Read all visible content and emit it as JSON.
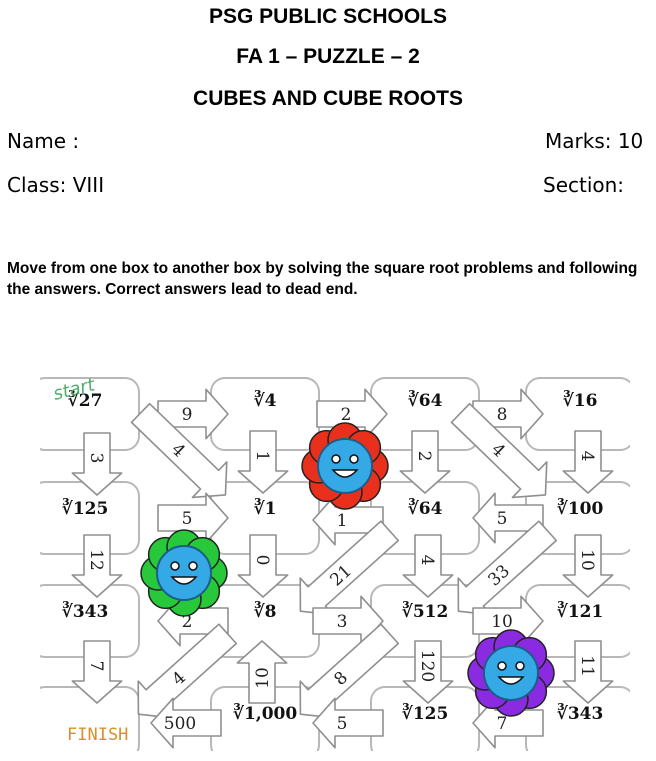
{
  "header": {
    "school": "PSG PUBLIC SCHOOLS",
    "test": "FA 1 – PUZZLE – 2",
    "topic": "CUBES AND CUBE ROOTS"
  },
  "fields": {
    "name": "Name :",
    "marks": "Marks: 10",
    "class": "Class: VIII",
    "section": "Section:"
  },
  "instructions": "Move from one box to another box by solving the square root problems and following the answers. Correct answers lead to dead end.",
  "maze": {
    "start_label": "start",
    "finish_label": "FINISH",
    "rows": [
      [
        "∛27",
        "∛4",
        "∛64",
        "∛16"
      ],
      [
        "∛125",
        "∛1",
        "∛64",
        "∛100"
      ],
      [
        "∛343",
        "∛8",
        "∛512",
        "∛121"
      ],
      [
        "",
        "∛1,000",
        "∛125",
        "∛343"
      ]
    ],
    "arrows": [
      {
        "label": "9"
      },
      {
        "label": "2"
      },
      {
        "label": "8"
      },
      {
        "label": "3"
      },
      {
        "label": "4"
      },
      {
        "label": "1"
      },
      {
        "label": "2"
      },
      {
        "label": "4"
      },
      {
        "label": "4"
      },
      {
        "label": "5"
      },
      {
        "label": "1"
      },
      {
        "label": "5"
      },
      {
        "label": "12"
      },
      {
        "label": "0"
      },
      {
        "label": "21"
      },
      {
        "label": "4"
      },
      {
        "label": "33"
      },
      {
        "label": "10"
      },
      {
        "label": "2"
      },
      {
        "label": "3"
      },
      {
        "label": "10"
      },
      {
        "label": "7"
      },
      {
        "label": "4"
      },
      {
        "label": "10"
      },
      {
        "label": "8"
      },
      {
        "label": "120"
      },
      {
        "label": "11"
      },
      {
        "label": "500"
      },
      {
        "label": "5"
      },
      {
        "label": "7"
      }
    ]
  },
  "colors": {
    "flower_red": "#e8301c",
    "flower_green": "#27c93a",
    "flower_purple": "#8a2be2",
    "face_blue": "#35a9e6",
    "start_green": "#4fae6a",
    "finish_orange": "#d9902a"
  }
}
